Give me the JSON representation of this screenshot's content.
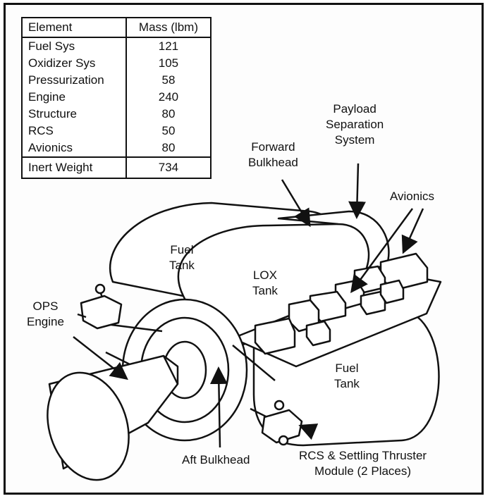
{
  "table": {
    "header": [
      "Element",
      "Mass (lbm)"
    ],
    "rows": [
      {
        "element": "Fuel Sys",
        "mass": "121"
      },
      {
        "element": "Oxidizer Sys",
        "mass": "105"
      },
      {
        "element": "Pressurization",
        "mass": "58"
      },
      {
        "element": "Engine",
        "mass": "240"
      },
      {
        "element": "Structure",
        "mass": "80"
      },
      {
        "element": "RCS",
        "mass": "50"
      },
      {
        "element": "Avionics",
        "mass": "80"
      }
    ],
    "total": {
      "element": "Inert Weight",
      "mass": "734"
    }
  },
  "labels": {
    "payload_sep": "Payload\nSeparation\nSystem",
    "forward_bulkhead": "Forward\nBulkhead",
    "avionics": "Avionics",
    "fuel_tank_upper": "Fuel\nTank",
    "lox_tank": "LOX\nTank",
    "ops_engine": "OPS\nEngine",
    "fuel_tank_lower": "Fuel\nTank",
    "aft_bulkhead": "Aft Bulkhead",
    "rcs_module": "RCS & Settling Thruster\nModule (2 Places)"
  }
}
